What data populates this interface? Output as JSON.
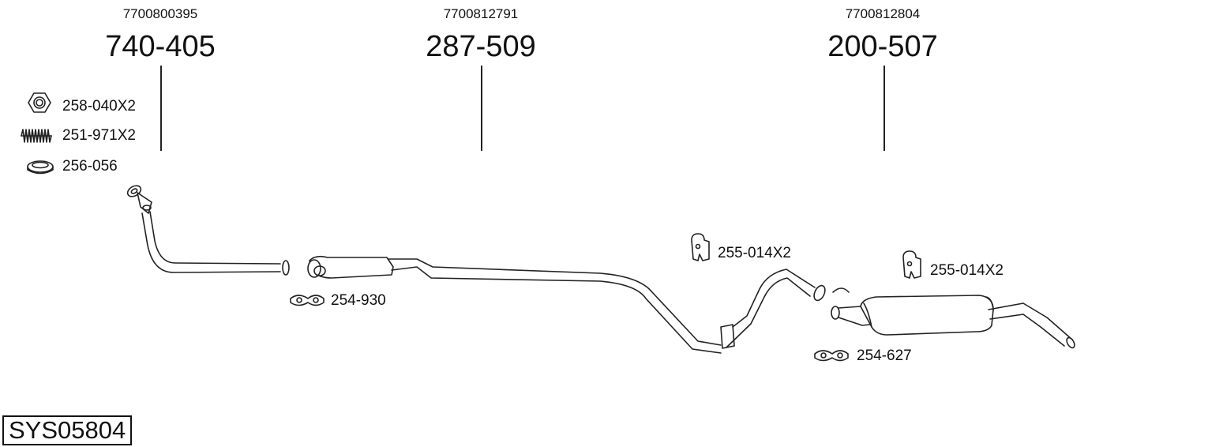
{
  "parts": [
    {
      "oe": "7700800395",
      "number": "740-405"
    },
    {
      "oe": "7700812791",
      "number": "287-509"
    },
    {
      "oe": "7700812804",
      "number": "200-507"
    }
  ],
  "accessories": {
    "nut": "258-040X2",
    "spring": "251-971X2",
    "gasket": "256-056",
    "clamp_front": "254-930",
    "hanger_middle": "255-014X2",
    "hanger_rear": "255-014X2",
    "clamp_rear": "254-627"
  },
  "system_code": "SYS05804"
}
